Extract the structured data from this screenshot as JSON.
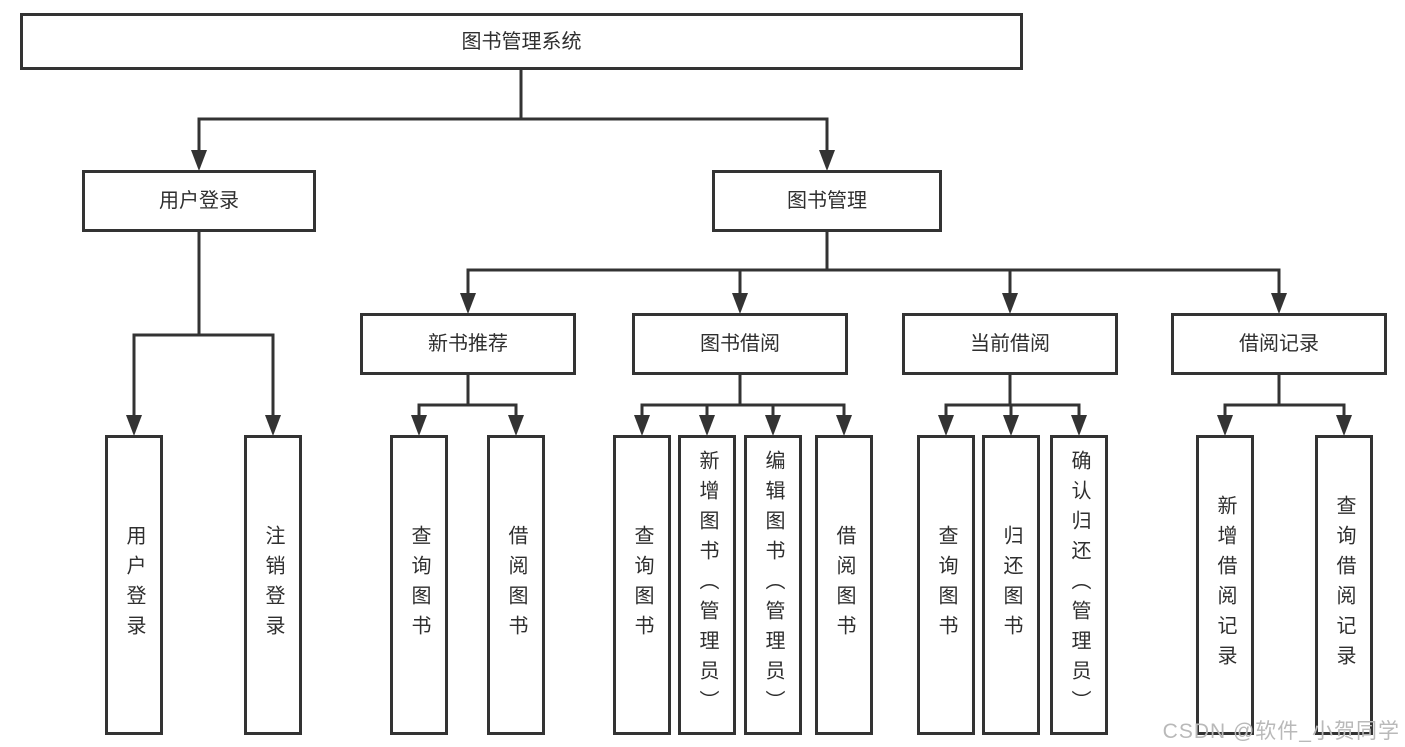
{
  "diagram": {
    "root": {
      "label": "图书管理系统"
    },
    "branches": [
      {
        "id": "user-login",
        "label": "用户登录",
        "children": [
          {
            "label": "用户登录"
          },
          {
            "label": "注销登录"
          }
        ]
      },
      {
        "id": "book-management",
        "label": "图书管理",
        "children": [
          {
            "label": "新书推荐",
            "children": [
              {
                "label": "查询图书"
              },
              {
                "label": "借阅图书"
              }
            ]
          },
          {
            "label": "图书借阅",
            "children": [
              {
                "label": "查询图书"
              },
              {
                "label": "新增图书（管理员）"
              },
              {
                "label": "编辑图书（管理员）"
              },
              {
                "label": "借阅图书"
              }
            ]
          },
          {
            "label": "当前借阅",
            "children": [
              {
                "label": "查询图书"
              },
              {
                "label": "归还图书"
              },
              {
                "label": "确认归还（管理员）"
              }
            ]
          },
          {
            "label": "借阅记录",
            "children": [
              {
                "label": "新增借阅记录"
              },
              {
                "label": "查询借阅记录"
              }
            ]
          }
        ]
      }
    ]
  },
  "watermark": "CSDN @软件_小贺同学",
  "colors": {
    "line": "#333333",
    "text": "#2f2f2f",
    "box_bg": "#ffffff",
    "background": "#ffffff",
    "watermark": "#b9b9b9"
  }
}
